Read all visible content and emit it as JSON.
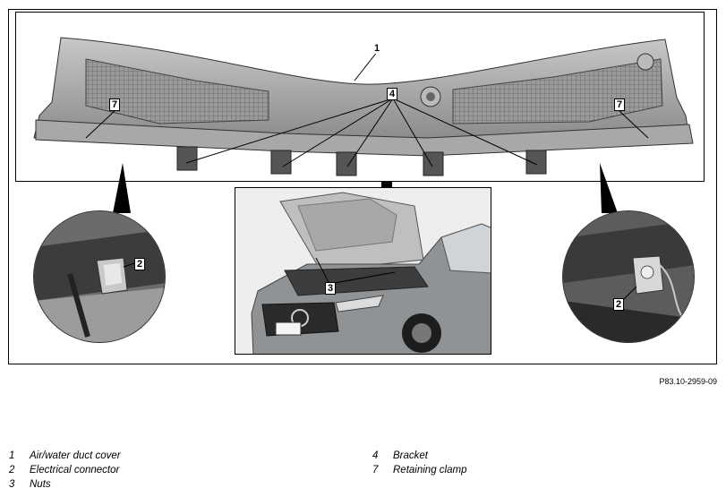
{
  "callouts": {
    "c1": "1",
    "c4": "4",
    "c7_left": "7",
    "c7_right": "7",
    "c3": "3",
    "c2_left": "2",
    "c2_right": "2"
  },
  "figure_ref": "P83.10-2959-09",
  "legend": {
    "left": [
      {
        "num": "1",
        "label": "Air/water duct cover"
      },
      {
        "num": "2",
        "label": "Electrical connector"
      },
      {
        "num": "3",
        "label": "Nuts"
      }
    ],
    "right": [
      {
        "num": "4",
        "label": "Bracket"
      },
      {
        "num": "7",
        "label": "Retaining clamp"
      }
    ]
  }
}
